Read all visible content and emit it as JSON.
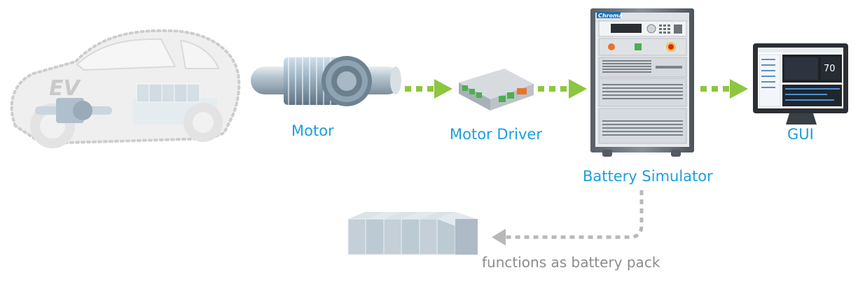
{
  "diagram": {
    "vehicle": {
      "badge": "EV"
    },
    "nodes": {
      "motor": {
        "label": "Motor"
      },
      "motor_driver": {
        "label": "Motor Driver"
      },
      "battery_simulator": {
        "label": "Battery Simulator",
        "brand": "Chroma"
      },
      "gui": {
        "label": "GUI",
        "reading": "70"
      }
    },
    "feedback_note": "functions as battery pack"
  },
  "colors": {
    "label": "#1aa0dd",
    "arrow": "#8dc63f",
    "return_arrow": "#b8b8b8",
    "note": "#8c8c8c",
    "indicator_orange": "#e8742a",
    "indicator_green": "#4caf50",
    "indicator_red": "#d92727",
    "indicator_yellow": "#f2c744"
  },
  "icons": [
    "ev-car-outline",
    "motor-rotor",
    "motor-driver-module",
    "battery-simulator-cabinet",
    "gui-monitor",
    "battery-pack-cells"
  ]
}
